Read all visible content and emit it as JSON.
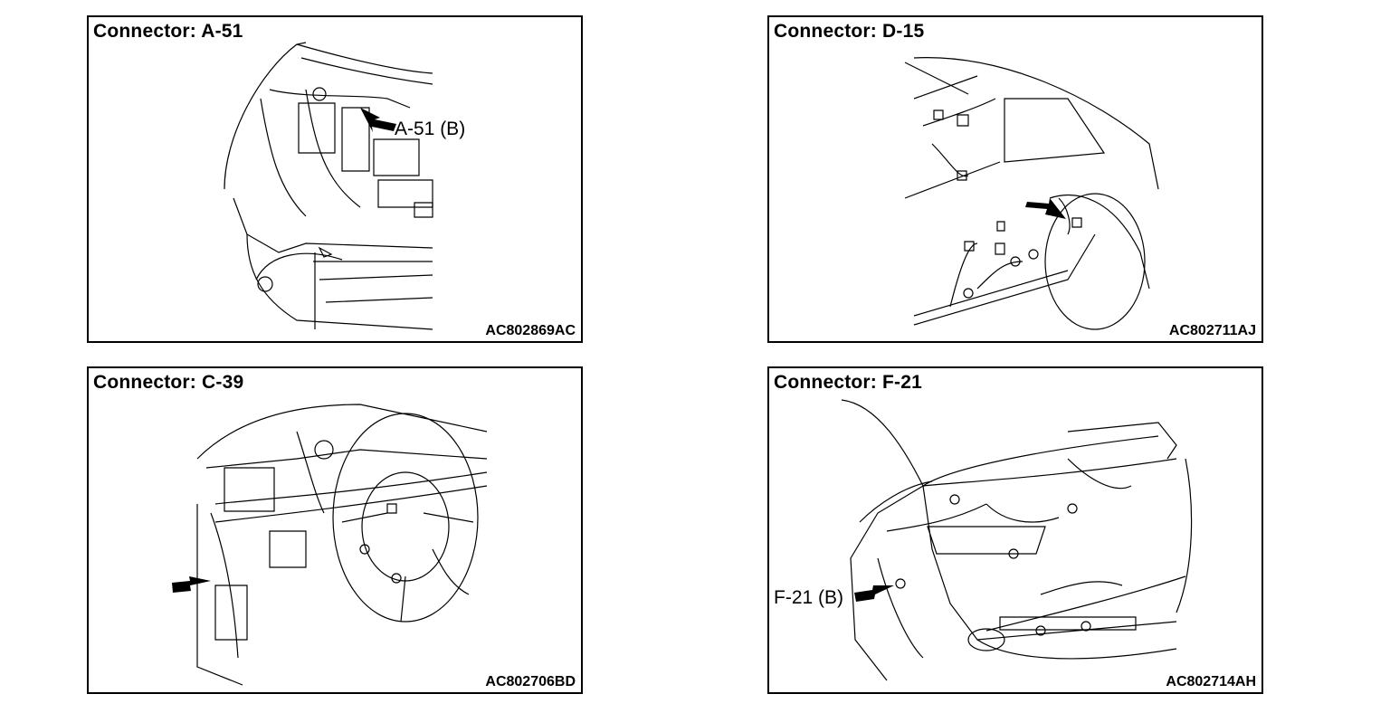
{
  "panels": [
    {
      "title": "Connector: A-51",
      "callout": "A-51 (B)",
      "figure_code": "AC802869AC"
    },
    {
      "title": "Connector: D-15",
      "callout": "",
      "figure_code": "AC802711AJ"
    },
    {
      "title": "Connector: C-39",
      "callout": "",
      "figure_code": "AC802706BD"
    },
    {
      "title": "Connector: F-21",
      "callout": "F-21 (B)",
      "figure_code": "AC802714AH"
    }
  ]
}
